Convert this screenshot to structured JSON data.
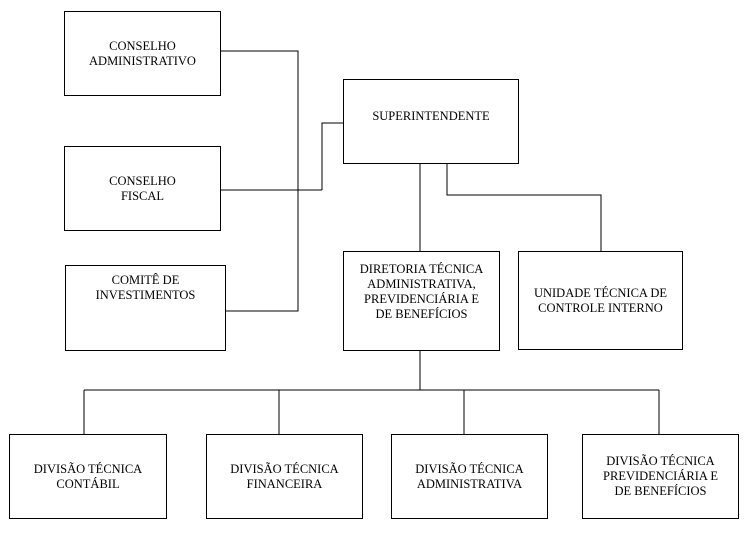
{
  "nodes": {
    "conselho_administrativo": "CONSELHO\nADMINISTRATIVO",
    "conselho_fiscal": "CONSELHO\nFISCAL",
    "comite_investimentos": "COMITÊ DE\nINVESTIMENTOS",
    "superintendente": "SUPERINTENDENTE",
    "diretoria_tecnica": "DIRETORIA TÉCNICA\nADMINISTRATIVA,\nPREVIDENCIÁRIA E\nDE BENEFÍCIOS",
    "unidade_controle": "UNIDADE  TÉCNICA DE\nCONTROLE INTERNO",
    "divisao_contabil": "DIVISÃO TÉCNICA\nCONTÁBIL",
    "divisao_financeira": "DIVISÃO TÉCNICA\nFINANCEIRA",
    "divisao_administrativa": "DIVISÃO TÉCNICA\nADMINISTRATIVA",
    "divisao_previdenciaria": "DIVISÃO TÉCNICA\nPREVIDENCIÁRIA E\nDE BENEFÍCIOS"
  }
}
